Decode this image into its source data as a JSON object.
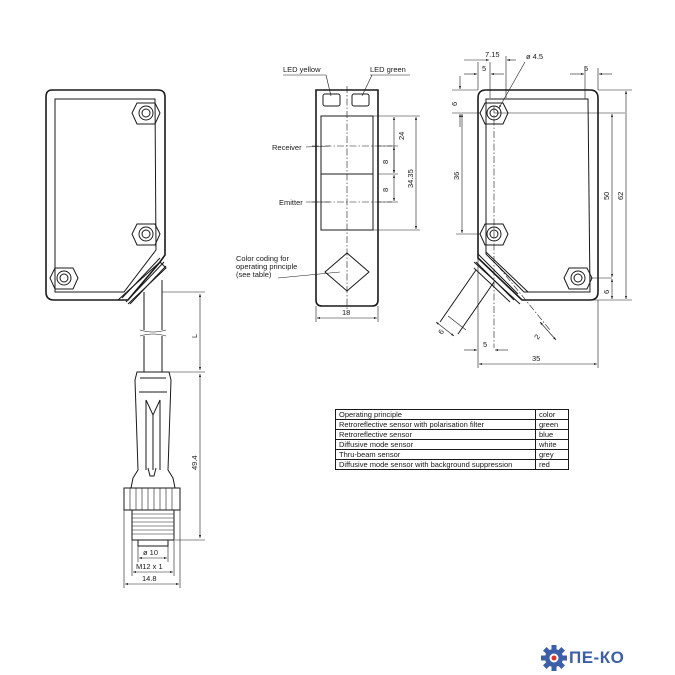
{
  "labels": {
    "led_yellow": "LED yellow",
    "led_green": "LED green",
    "receiver": "Receiver",
    "emitter": "Emitter",
    "color_coding_1": "Color coding for",
    "color_coding_2": "operating principle",
    "color_coding_3": "(see table)",
    "cable_length": "L"
  },
  "dimensions": {
    "d_7_15": "7.15",
    "d_hole": "ø 4.5",
    "d_5_top": "5",
    "d_5_right": "5",
    "d_6_top": "6",
    "d_36": "36",
    "d_50": "50",
    "d_62": "62",
    "d_6_bottom": "6",
    "d_35": "35",
    "d_5_bottom": "5",
    "d_6_cable": "6",
    "d_2": "2",
    "d_24": "24",
    "d_8a": "8",
    "d_8b": "8",
    "d_34_35": "34.35",
    "d_18": "18",
    "d_49_4": "49.4",
    "d_10": "ø 10",
    "d_m12": "M12 x 1",
    "d_14_8": "14.8"
  },
  "table": {
    "header": [
      "Operating principle",
      "color"
    ],
    "rows": [
      [
        "Retroreflective sensor with polarisation filter",
        "green"
      ],
      [
        "Retroreflective sensor",
        "blue"
      ],
      [
        "Diffusive mode sensor",
        "white"
      ],
      [
        "Thru-beam sensor",
        "grey"
      ],
      [
        "Diffusive mode sensor with background suppression",
        "red"
      ]
    ]
  },
  "logo": {
    "text": "ПЕ-КО",
    "gear_color": "#3d5fa8",
    "accent_color": "#d9342b"
  }
}
